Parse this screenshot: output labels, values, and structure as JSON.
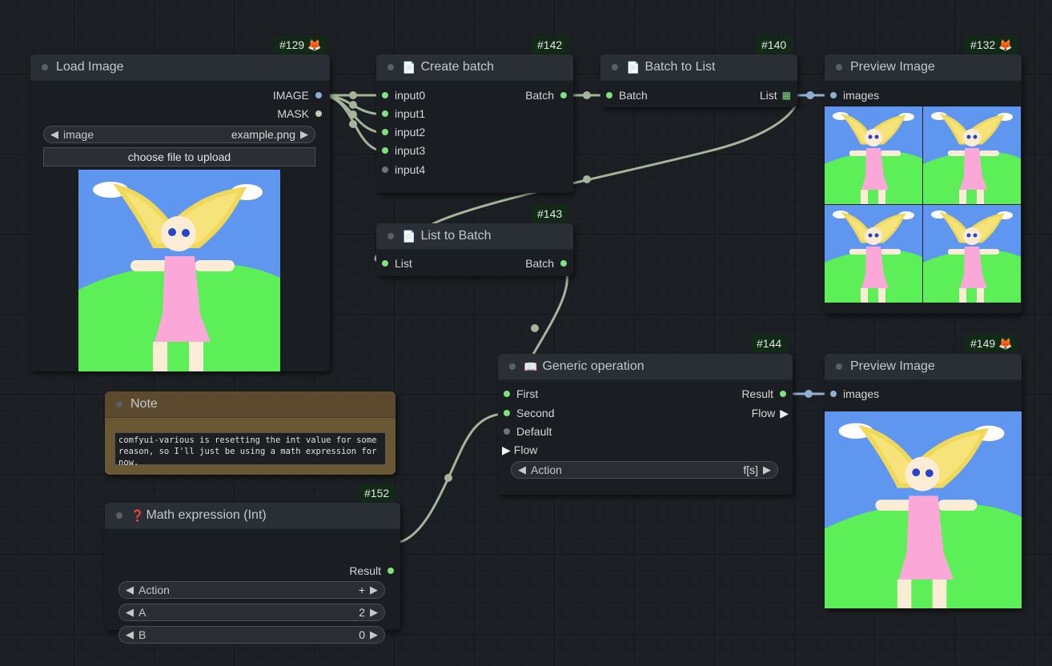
{
  "nodes": {
    "load_image": {
      "id": "#129",
      "title": "Load Image",
      "badge_icon": "🦊",
      "outputs": [
        "IMAGE",
        "MASK"
      ],
      "widget": {
        "label": "image",
        "value": "example.png"
      },
      "upload_label": "choose file to upload"
    },
    "create_batch": {
      "id": "#142",
      "title": "Create batch",
      "icon": "📄",
      "inputs": [
        "input0",
        "input1",
        "input2",
        "input3",
        "input4"
      ],
      "outputs": [
        "Batch"
      ]
    },
    "batch_to_list": {
      "id": "#140",
      "title": "Batch to List",
      "icon": "📄",
      "inputs": [
        "Batch"
      ],
      "outputs": [
        "List"
      ]
    },
    "preview_1": {
      "id": "#132",
      "title": "Preview Image",
      "badge_icon": "🦊",
      "inputs": [
        "images"
      ]
    },
    "list_to_batch": {
      "id": "#143",
      "title": "List to Batch",
      "icon": "📄",
      "inputs": [
        "List"
      ],
      "outputs": [
        "Batch"
      ]
    },
    "generic_op": {
      "id": "#144",
      "title": "Generic operation",
      "icon": "📖",
      "inputs": [
        "First",
        "Second",
        "Default",
        "Flow"
      ],
      "outputs": [
        "Result",
        "Flow"
      ],
      "widget": {
        "label": "Action",
        "value": "f[s]"
      }
    },
    "preview_2": {
      "id": "#149",
      "title": "Preview Image",
      "badge_icon": "🦊",
      "inputs": [
        "images"
      ]
    },
    "note": {
      "title": "Note",
      "text": "comfyui-various is resetting the int value for some\nreason, so I'll just be using a math expression for now."
    },
    "math_expr": {
      "id": "#152",
      "title": "Math expression (Int)",
      "icon": "❓",
      "outputs": [
        "Result"
      ],
      "widgets": [
        {
          "label": "Action",
          "value": "+"
        },
        {
          "label": "A",
          "value": "2"
        },
        {
          "label": "B",
          "value": "0"
        }
      ]
    }
  },
  "colors": {
    "canvas": "#1c1f23",
    "node_header": "#2a2e35",
    "node_body": "#1a1d21",
    "badge": "#102a16",
    "note_header": "#5c4a2e",
    "note_body": "#6a5733",
    "wire_image": "#a8b99c",
    "wire_list": "#a8b99c",
    "wire_int": "#a8b99c"
  }
}
